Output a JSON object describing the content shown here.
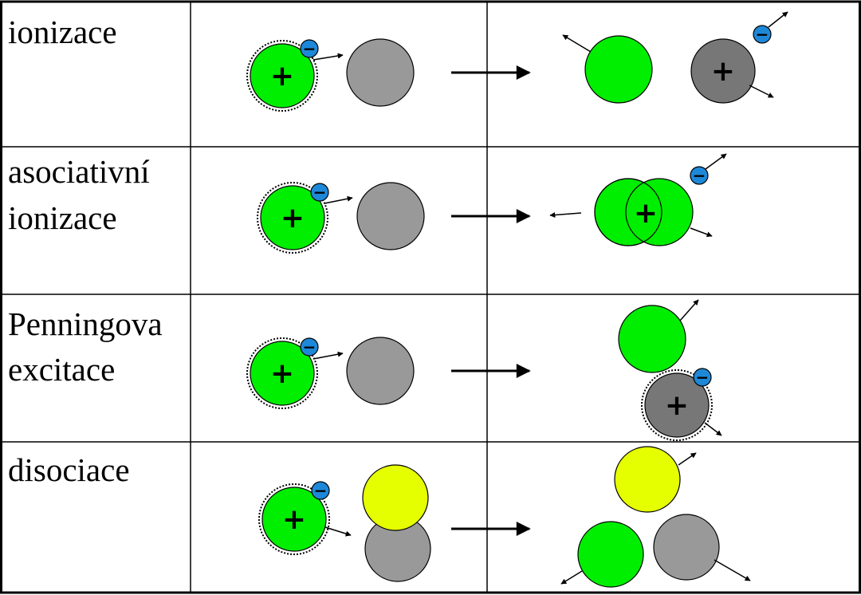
{
  "colors": {
    "excited_atom": "#00ee00",
    "neutral_atom": "#999999",
    "ion": "#777777",
    "molecule_atom": "#e6ff00",
    "electron": "#1e88d8",
    "grid": "#000000"
  },
  "symbols": {
    "plus": "+",
    "minus": "−"
  },
  "rows": [
    {
      "lines": [
        "ionizace"
      ]
    },
    {
      "lines": [
        "asociativní",
        "ionizace"
      ]
    },
    {
      "lines": [
        "Penningova",
        "excitace"
      ]
    },
    {
      "lines": [
        "disociace"
      ]
    }
  ]
}
